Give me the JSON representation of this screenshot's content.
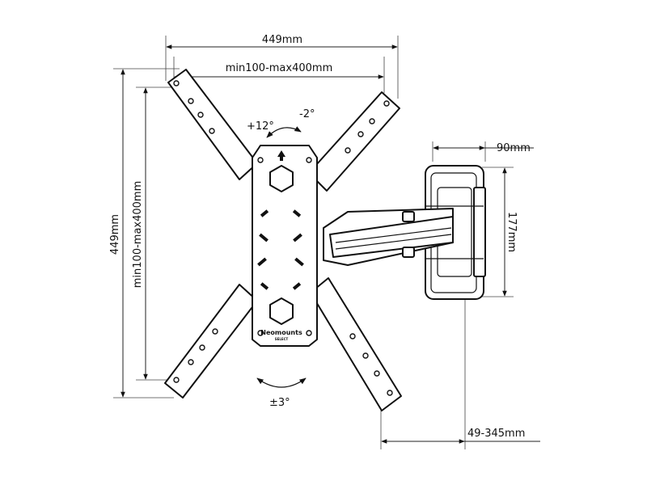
{
  "dimensions": {
    "top_outer": "449mm",
    "top_inner": "min100-max400mm",
    "left_outer": "449mm",
    "left_inner": "min100-max400mm",
    "depth_right": "90mm",
    "height_right": "177mm",
    "extension": "49-345mm"
  },
  "angles": {
    "tilt_up": "+12°",
    "tilt_down": "-2°",
    "rotate": "±3°"
  },
  "brand": {
    "name": "Neomounts",
    "line": "SELECT"
  }
}
